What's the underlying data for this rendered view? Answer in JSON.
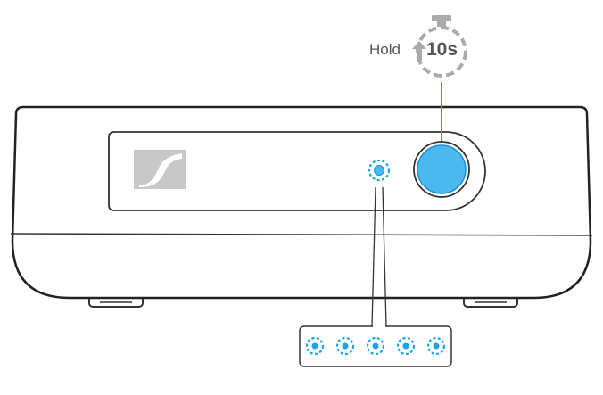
{
  "instruction": {
    "hold_label": "Hold",
    "duration_label": "10s"
  },
  "colors": {
    "accent_blue": "#1aa3e8",
    "button_fill": "#4cb8f0",
    "outline": "#333333",
    "label_gray": "#555555",
    "logo_gray": "#c8c8c8"
  },
  "icons": {
    "stopwatch": "stopwatch-icon",
    "hold_arrow": "up-arrow-icon",
    "brand_logo": "sennheiser-logo-icon",
    "led": "blinking-led-icon"
  },
  "led_sequence": {
    "count": 5
  }
}
